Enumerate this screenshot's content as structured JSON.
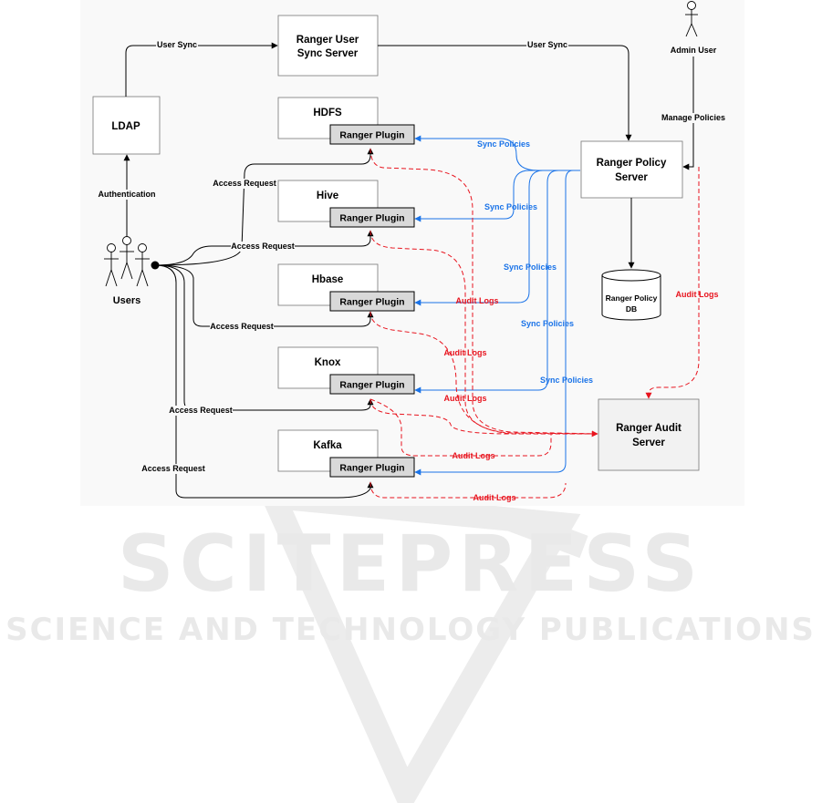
{
  "watermark": {
    "title": "SCITEPRESS",
    "subtitle": "SCIENCE AND TECHNOLOGY PUBLICATIONS"
  },
  "nodes": {
    "ldap": "LDAP",
    "user_sync_server_line1": "Ranger User",
    "user_sync_server_line2": "Sync Server",
    "admin_user": "Admin User",
    "users": "Users",
    "policy_server_line1": "Ranger Policy",
    "policy_server_line2": "Server",
    "policy_db_line1": "Ranger Policy",
    "policy_db_line2": "DB",
    "audit_server_line1": "Ranger Audit",
    "audit_server_line2": "Server"
  },
  "components": [
    {
      "name": "HDFS",
      "plugin": "Ranger Plugin"
    },
    {
      "name": "Hive",
      "plugin": "Ranger Plugin"
    },
    {
      "name": "Hbase",
      "plugin": "Ranger Plugin"
    },
    {
      "name": "Knox",
      "plugin": "Ranger Plugin"
    },
    {
      "name": "Kafka",
      "plugin": "Ranger Plugin"
    }
  ],
  "edge_labels": {
    "user_sync_1": "User Sync",
    "user_sync_2": "User Sync",
    "authentication": "Authentication",
    "manage_policies": "Manage Policies",
    "access_request": "Access Request",
    "sync_policies": "Sync Policies",
    "audit_logs": "Audit Logs"
  },
  "colors": {
    "sync": "#1a73e8",
    "audit": "#e8141e",
    "line": "#000000",
    "plugin_fill": "#d9d9d9",
    "audit_server_fill": "#f2f2f2",
    "background": "#f9f9f9"
  }
}
